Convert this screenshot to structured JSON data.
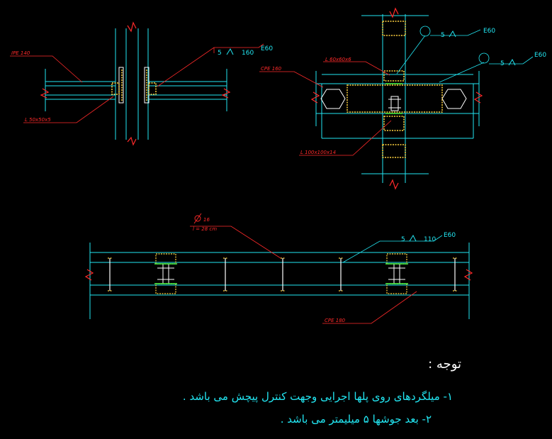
{
  "labels": {
    "ipe": "IPE 140",
    "angle_top_left": "L 50x50x5",
    "weld_a_size": "5",
    "weld_a_len": "160",
    "weld_a_type": "E60",
    "angle_top_right": "L 60x60x6",
    "cpe_right": "CPE 160",
    "weld_b_size": "5",
    "weld_b_type": "E60",
    "weld_c_size": "5",
    "weld_c_type": "E60",
    "angle_bottom_right": "L 100x100x14",
    "rebar_dia": "16",
    "rebar_len": "l = 28 cm",
    "weld_d_size": "5",
    "weld_d_len": "110",
    "weld_d_type": "E60",
    "cpe_bottom": "CPE 180"
  },
  "notes": {
    "title": "توجه :",
    "line1": "۱- میلگردهای روی پلها اجرایی وجهت کنترل پیچش می باشد .",
    "line2": "۲- بعد جوشها ۵ میلیمتر می باشد ."
  },
  "colors": {
    "background": "#000000",
    "cyan": "#22e6f2",
    "red": "#ff2a2a",
    "yellow": "#ffd23f",
    "green": "#4cff4c",
    "white": "#ffffff"
  }
}
